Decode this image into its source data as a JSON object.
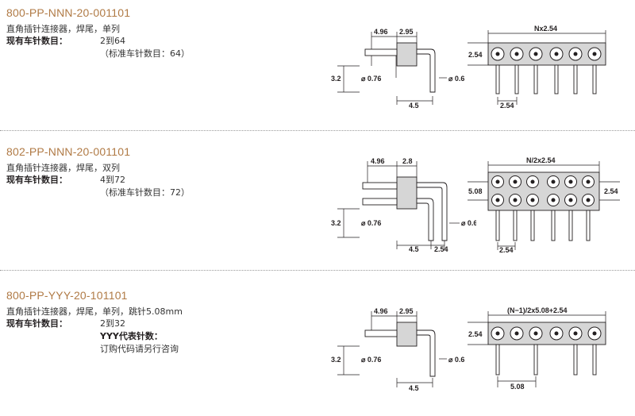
{
  "sections": [
    {
      "part_number": "800-PP-NNN-20-001101",
      "description": "直角插针连接器，焊尾，单列",
      "stock_label": "现有车针数目：",
      "stock_value": "2到64",
      "stock_note": "（标准车针数目：64）",
      "side": {
        "d1": "4.96",
        "d2": "2.95",
        "h": "3.2",
        "dia1": "⌀ 0.76",
        "dia2": "⌀ 0.6",
        "len": "4.5"
      },
      "front": {
        "top": "Nx2.54",
        "left": "2.54",
        "bottom": "2.54"
      }
    },
    {
      "part_number": "802-PP-NNN-20-001101",
      "description": "直角插针连接器，焊尾，双列",
      "stock_label": "现有车针数目：",
      "stock_value": "4到72",
      "stock_note": "（标准车针数目：72）",
      "side": {
        "d1": "4.96",
        "d2": "2.8",
        "h": "3.2",
        "dia1": "⌀ 0.76",
        "dia2": "⌀ 0.6",
        "len": "4.5",
        "pitch": "2.54"
      },
      "front": {
        "top": "N/2x2.54",
        "left": "5.08",
        "right": "2.54",
        "bottom": "2.54"
      }
    },
    {
      "part_number": "800-PP-YYY-20-101101",
      "description": "直角插针连接器，焊尾，单列，跳针5.08mm",
      "stock_label": "现有车针数目：",
      "stock_value": "2到32",
      "yyy_label": "YYY代表针数：",
      "order_note": "订购代码请另行咨询",
      "side": {
        "d1": "4.96",
        "d2": "2.95",
        "h": "3.2",
        "dia1": "⌀ 0.76",
        "dia2": "⌀ 0.6",
        "len": "4.5"
      },
      "front": {
        "top": "(N−1)/2x5.08+2.54",
        "left": "2.54",
        "bottom": "5.08"
      }
    }
  ]
}
